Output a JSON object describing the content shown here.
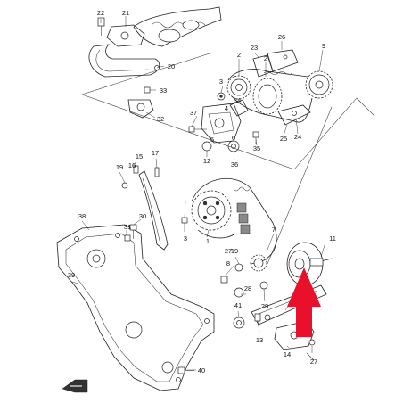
{
  "labels": {
    "p1": "1",
    "p2a": "2",
    "p2b": "2",
    "p3a": "3",
    "p3b": "3",
    "p4": "4",
    "p5": "5",
    "p6": "6",
    "p7": "7",
    "p8": "8",
    "p9": "9",
    "p11": "11",
    "p12": "12",
    "p13": "13",
    "p14": "14",
    "p15": "15",
    "p16": "16",
    "p17": "17",
    "p19": "19",
    "p20": "20",
    "p21": "21",
    "p22": "22",
    "p23": "23",
    "p24": "24",
    "p25": "25",
    "p26": "26",
    "p27a": "27",
    "p27b": "27",
    "p28": "28",
    "p29": "29",
    "p30": "30",
    "p31": "31",
    "p32": "32",
    "p33": "33",
    "p34": "34",
    "p35": "35",
    "p36": "36",
    "p37": "37",
    "p38": "38",
    "p39": "39",
    "p40": "40",
    "p41": "41"
  },
  "colors": {
    "highlight_arrow": "#e8102a",
    "line": "#222222",
    "background": "#ffffff"
  },
  "icons": {
    "front_marker": "fr-direction-arrow-icon",
    "highlight": "red-up-arrow-icon"
  }
}
